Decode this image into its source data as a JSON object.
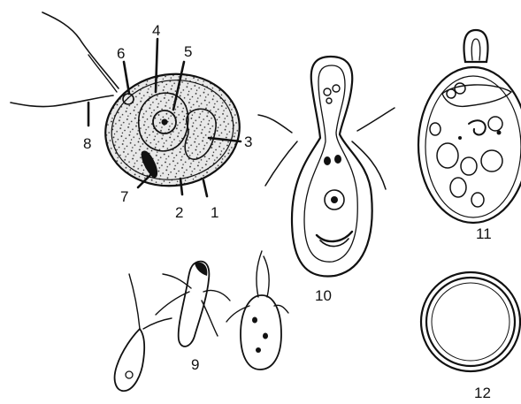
{
  "figure": {
    "labels": {
      "l1": "1",
      "l2": "2",
      "l3": "3",
      "l4": "4",
      "l5": "5",
      "l6": "6",
      "l7": "7",
      "l8": "8",
      "l9": "9",
      "l10": "10",
      "l11": "11",
      "l12": "12"
    },
    "colors": {
      "ink": "#111111",
      "cytoplasm": "#e6e6e6",
      "background": "#ffffff"
    }
  }
}
